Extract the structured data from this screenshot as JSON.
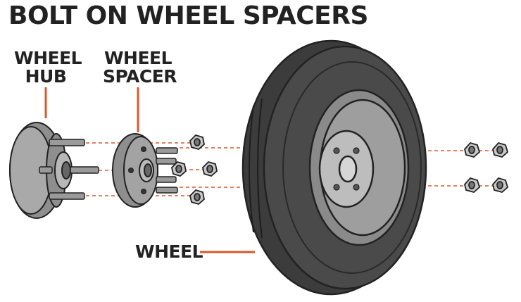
{
  "title": "BOLT ON WHEEL SPACERS",
  "labels": {
    "wheel_hub": [
      "WHEEL",
      "HUB"
    ],
    "wheel_spacer": [
      "WHEEL",
      "SPACER"
    ],
    "wheel": "WHEEL"
  },
  "colors": {
    "accent": "#d9582b",
    "tire": "#3a3a3a",
    "metal": "#8a8a8a",
    "outline": "#222222"
  }
}
